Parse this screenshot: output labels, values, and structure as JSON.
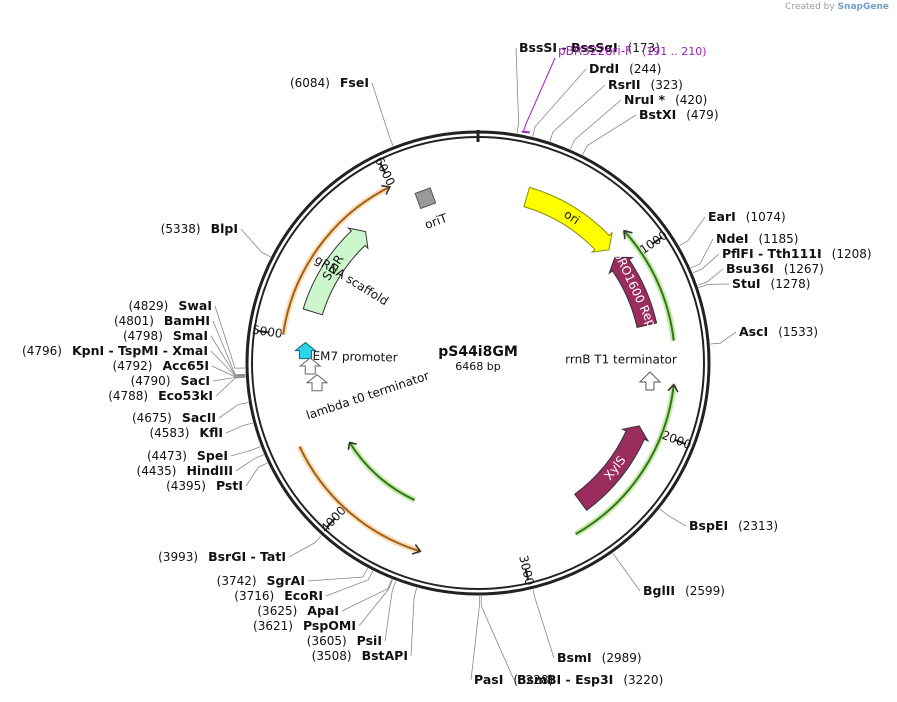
{
  "credit": {
    "prefix": "Created by",
    "brand": "SnapGene"
  },
  "plasmid": {
    "name": "pS44i8GM",
    "size_label": "6468 bp",
    "length": 6468
  },
  "primer": {
    "name": "pBR322ori-F",
    "range": "(191 .. 210)",
    "color": "#a020c0"
  },
  "ticks": [
    {
      "label": "1000",
      "pos": 1000
    },
    {
      "label": "2000",
      "pos": 2000
    },
    {
      "label": "3000",
      "pos": 3000
    },
    {
      "label": "4000",
      "pos": 4000
    },
    {
      "label": "5000",
      "pos": 5000
    },
    {
      "label": "6000",
      "pos": 6000
    }
  ],
  "sites": [
    {
      "pos_text": "(173)",
      "names": "BssSI  -  BssSαI",
      "pos": 173
    },
    {
      "pos_text": "(244)",
      "names": "DrdI",
      "pos": 244
    },
    {
      "pos_text": "(323)",
      "names": "RsrII",
      "pos": 323
    },
    {
      "pos_text": "(420)",
      "names": "NruI *",
      "pos": 420
    },
    {
      "pos_text": "(479)",
      "names": "BstXI",
      "pos": 479
    },
    {
      "pos_text": "(1074)",
      "names": "EarI",
      "pos": 1074
    },
    {
      "pos_text": "(1185)",
      "names": "NdeI",
      "pos": 1185
    },
    {
      "pos_text": "(1208)",
      "names": "PflFI  -  Tth111I",
      "pos": 1208
    },
    {
      "pos_text": "(1267)",
      "names": "Bsu36I",
      "pos": 1267
    },
    {
      "pos_text": "(1278)",
      "names": "StuI",
      "pos": 1278
    },
    {
      "pos_text": "(1533)",
      "names": "AscI",
      "pos": 1533
    },
    {
      "pos_text": "(2313)",
      "names": "BspEI",
      "pos": 2313
    },
    {
      "pos_text": "(2599)",
      "names": "BglII",
      "pos": 2599
    },
    {
      "pos_text": "(2989)",
      "names": "BsmI",
      "pos": 2989
    },
    {
      "pos_text": "(3220)",
      "names": "BsmBI  -  Esp3I",
      "pos": 3220
    },
    {
      "pos_text": "(3228)",
      "names": "PasI",
      "pos": 3228
    },
    {
      "pos_text": "(3508)",
      "names": "BstAPI",
      "pos": 3508
    },
    {
      "pos_text": "(3605)",
      "names": "PsiI",
      "pos": 3605
    },
    {
      "pos_text": "(3621)",
      "names": "PspOMI",
      "pos": 3621
    },
    {
      "pos_text": "(3625)",
      "names": "ApaI",
      "pos": 3625
    },
    {
      "pos_text": "(3716)",
      "names": "EcoRI",
      "pos": 3716
    },
    {
      "pos_text": "(3742)",
      "names": "SgrAI",
      "pos": 3742
    },
    {
      "pos_text": "(3993)",
      "names": "BsrGI  -  TatI",
      "pos": 3993
    },
    {
      "pos_text": "(4395)",
      "names": "PstI",
      "pos": 4395
    },
    {
      "pos_text": "(4435)",
      "names": "HindIII",
      "pos": 4435
    },
    {
      "pos_text": "(4473)",
      "names": "SpeI",
      "pos": 4473
    },
    {
      "pos_text": "(4583)",
      "names": "KflI",
      "pos": 4583
    },
    {
      "pos_text": "(4675)",
      "names": "SacII",
      "pos": 4675
    },
    {
      "pos_text": "(4788)",
      "names": "Eco53kI",
      "pos": 4788
    },
    {
      "pos_text": "(4790)",
      "names": "SacI",
      "pos": 4790
    },
    {
      "pos_text": "(4792)",
      "names": "Acc65I",
      "pos": 4792
    },
    {
      "pos_text": "(4796)",
      "names": "KpnI  -  TspMI  -  XmaI",
      "pos": 4796
    },
    {
      "pos_text": "(4798)",
      "names": "SmaI",
      "pos": 4798
    },
    {
      "pos_text": "(4801)",
      "names": "BamHI",
      "pos": 4801
    },
    {
      "pos_text": "(4829)",
      "names": "SwaI",
      "pos": 4829
    },
    {
      "pos_text": "(5338)",
      "names": "BlpI",
      "pos": 5338
    },
    {
      "pos_text": "(6084)",
      "names": "FseI",
      "pos": 6084
    }
  ],
  "features": [
    {
      "name": "ori",
      "start": 294,
      "end": 883,
      "direction": 1,
      "color": "#ffff00",
      "type": "origin"
    },
    {
      "name": "pRO1600 Rep",
      "start": 940,
      "end": 1390,
      "direction": -1,
      "color": "#9b2c5e",
      "type": "cds"
    },
    {
      "name": "XylS",
      "start": 2000,
      "end": 2580,
      "direction": -1,
      "color": "#9b2c5e",
      "type": "cds"
    },
    {
      "name": "SmR",
      "start": 5160,
      "end": 5740,
      "direction": 1,
      "color": "#ccf7cc",
      "type": "cds"
    },
    {
      "name": "oriT",
      "pos": 6150,
      "color": "#999999",
      "type": "origin-small"
    },
    {
      "name": "rrnB T1 terminator",
      "pos": 1730,
      "color": "#ffffff",
      "type": "terminator"
    },
    {
      "name": "EM7 promoter",
      "pos": 4925,
      "color": "#2ed4e8",
      "type": "promoter"
    },
    {
      "name": "lambda t0 terminator",
      "pos": 4865,
      "color": "#ffffff",
      "type": "terminator"
    },
    {
      "name": "gRNA scaffold",
      "pos": 4905,
      "color": "#ffffff",
      "type": "terminator"
    }
  ],
  "outer_arcs": [
    {
      "start": 860,
      "end": 1500,
      "direction": -1,
      "color": "#66bb22",
      "ring": "outer"
    },
    {
      "start": 1730,
      "end": 2700,
      "direction": -1,
      "color": "#66bb22",
      "ring": "outer"
    },
    {
      "start": 3540,
      "end": 4400,
      "direction": -1,
      "color": "#f0a030",
      "ring": "outer"
    },
    {
      "start": 3680,
      "end": 4280,
      "direction": 1,
      "color": "#66bb22",
      "ring": "inner"
    },
    {
      "start": 5000,
      "end": 5990,
      "direction": 1,
      "color": "#f0a030",
      "ring": "outer"
    }
  ]
}
